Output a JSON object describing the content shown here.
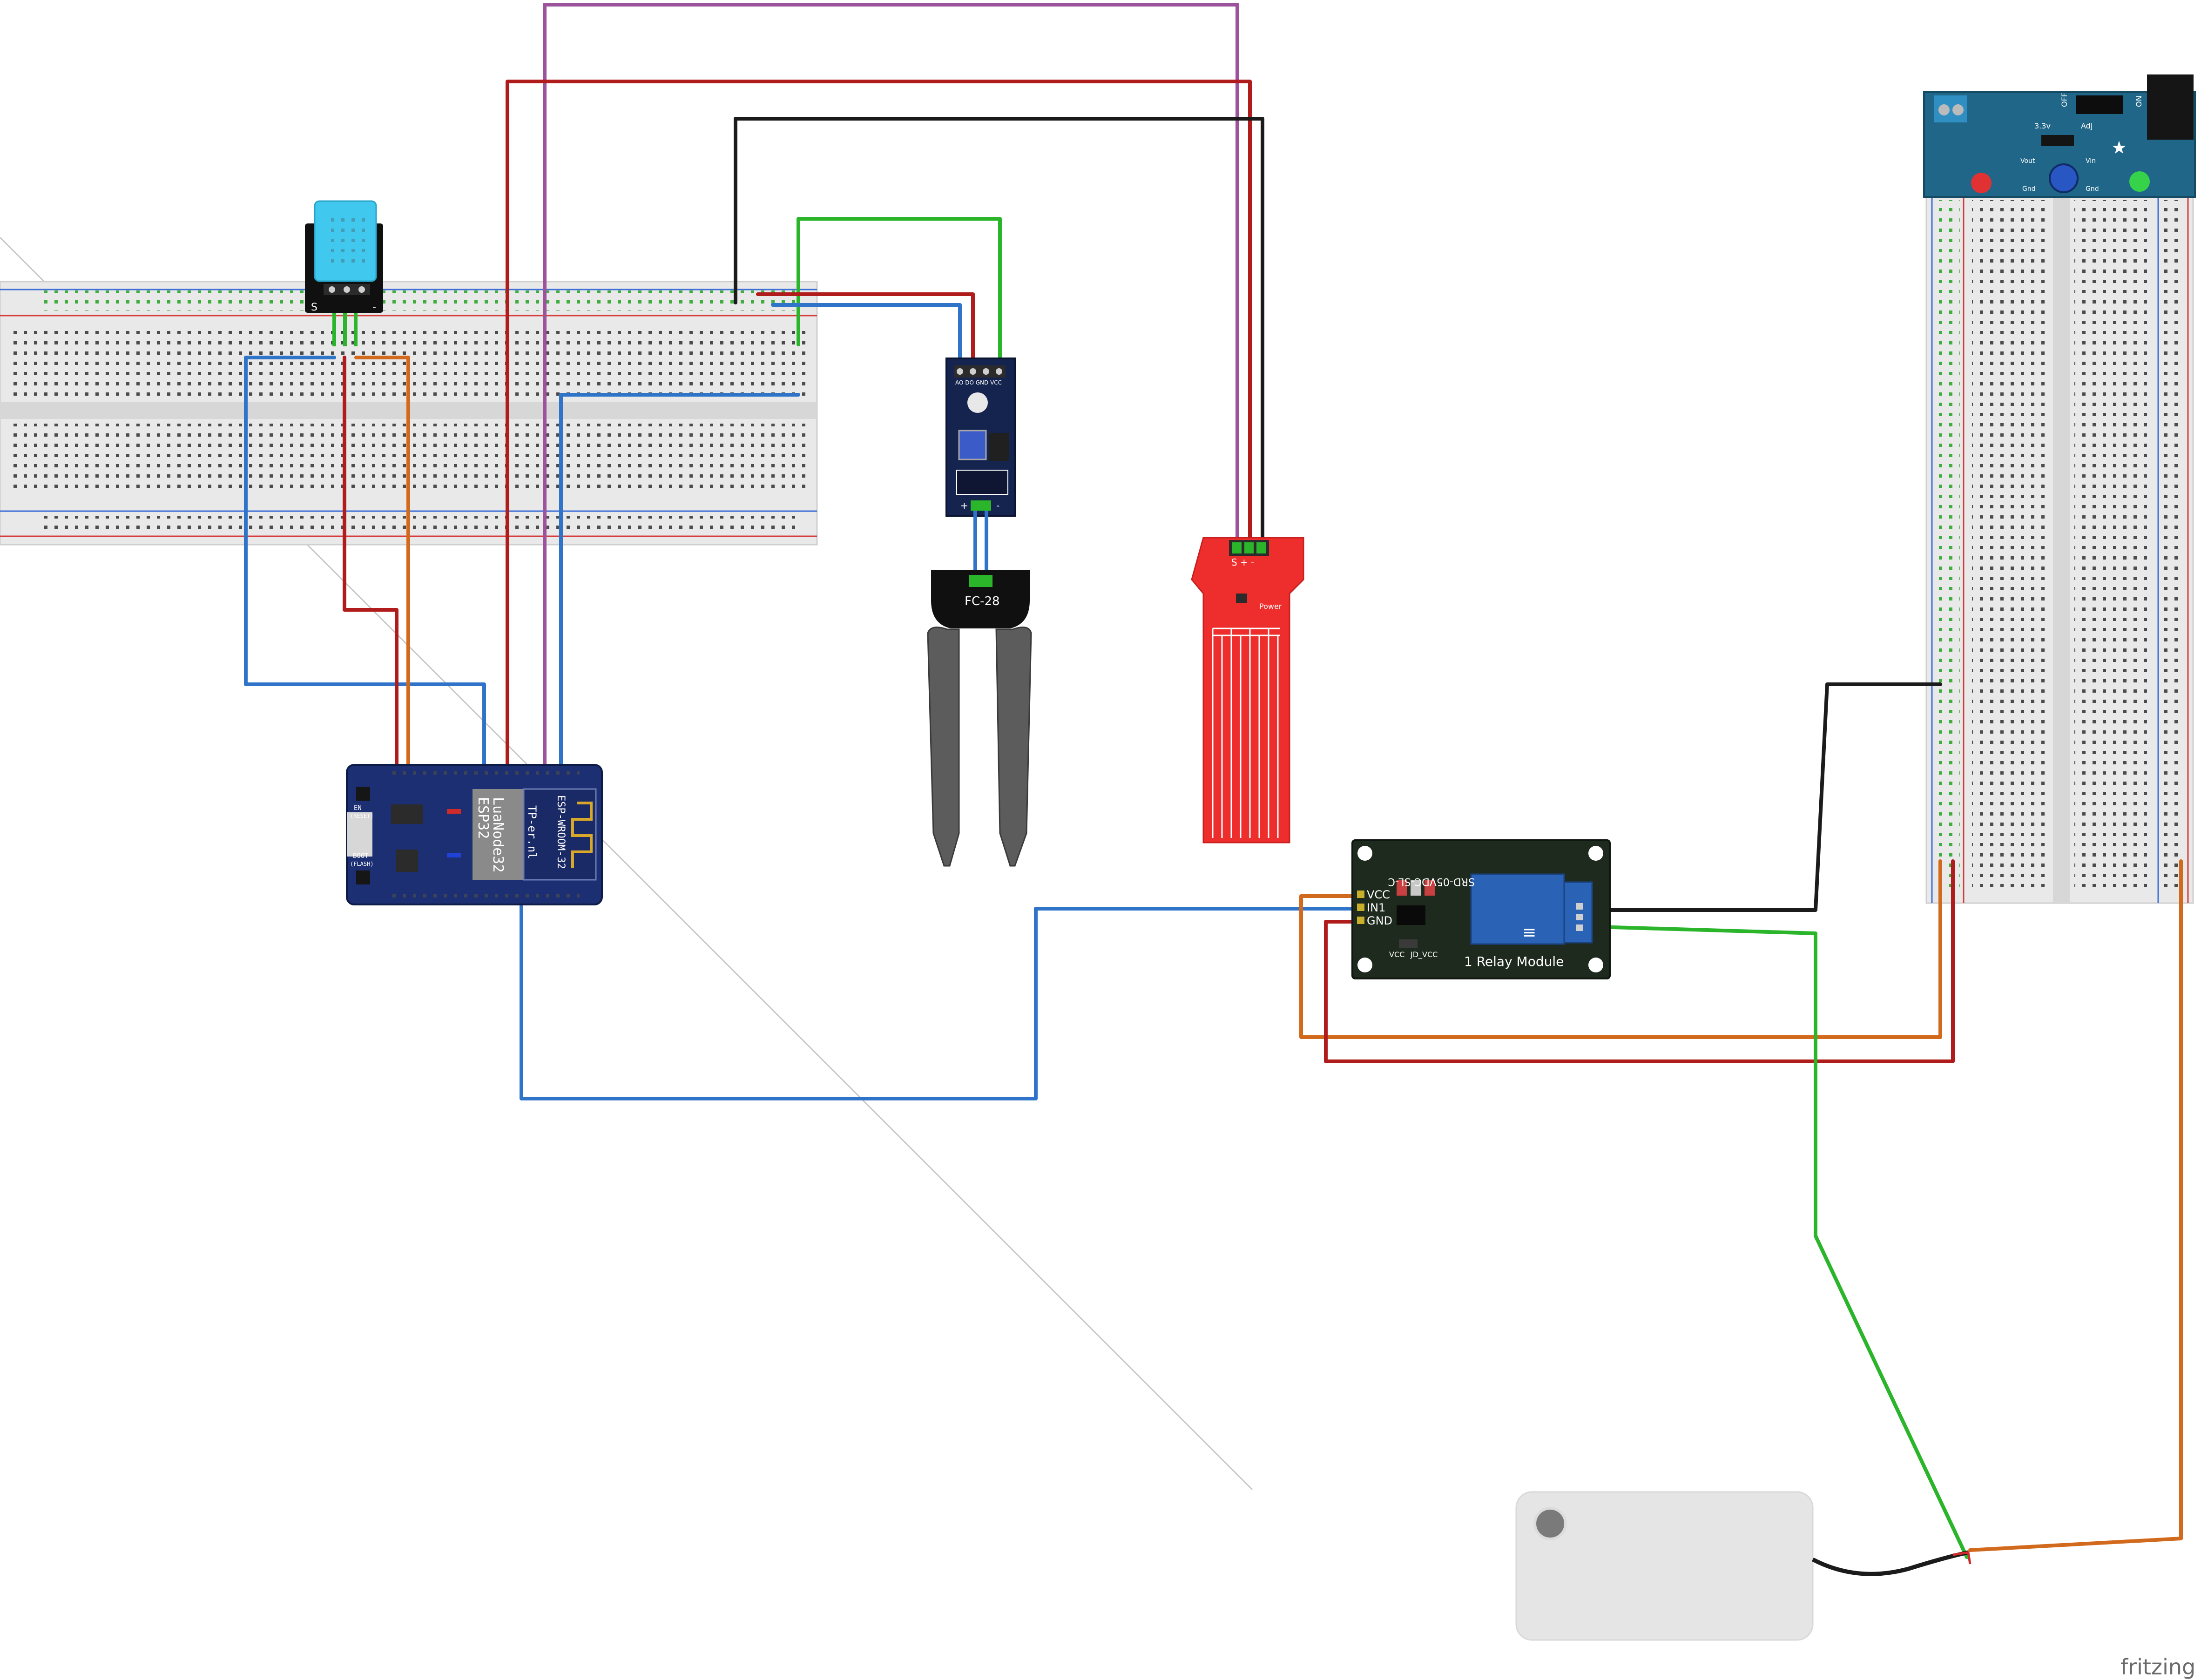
{
  "app": {
    "watermark": "fritzing"
  },
  "colors": {
    "wire_red": "#b01c1c",
    "wire_blue": "#2f74c8",
    "wire_black": "#1b1b1b",
    "wire_green": "#2bb52b",
    "wire_purple": "#9d539c",
    "wire_orange": "#d26a1e",
    "breadboard": "#e9e9e9",
    "esp_board": "#1c2f73",
    "soil_board": "#14244f",
    "water_sensor": "#ee2d2d",
    "relay_board": "#1e2a1e",
    "relay_cube": "#2a63b5",
    "dht_body": "#41c8ee",
    "power_board": "#1f6688"
  },
  "components": {
    "esp32": {
      "title": "LuaNode32",
      "chip": "ESP32",
      "site": "TP-er.nl",
      "module": "ESP-WROOM-32",
      "en_label": "EN",
      "en_sub": "(RESET)",
      "boot_label": "BOOT",
      "boot_sub": "(FLASH)"
    },
    "soil_module": {
      "pins": "AO DO GND VCC",
      "plus": "+",
      "minus": "-"
    },
    "soil_probe": {
      "label": "FC-28"
    },
    "water_sensor": {
      "pins": "S + -",
      "power_label": "Power"
    },
    "relay": {
      "title": "1 Relay Module",
      "part": "SRD-05VDC-SL-C",
      "pin_vcc": "VCC",
      "pin_in1": "IN1",
      "pin_gnd": "GND",
      "jumper_vcc": "VCC",
      "jumper_jd": "JD_VCC"
    },
    "dht": {
      "pin_s": "S",
      "pin_minus": "-"
    },
    "power_supply": {
      "label_off": "OFF",
      "label_on": "ON",
      "label_33": "3.3v",
      "label_adj": "Adj",
      "label_vout": "Vout",
      "label_vin": "Vin",
      "label_gnd1": "Gnd",
      "label_gnd2": "Gnd"
    }
  }
}
